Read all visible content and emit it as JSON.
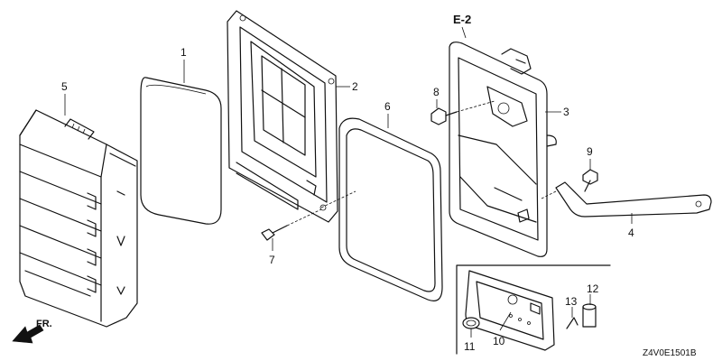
{
  "section_label": "E-2",
  "drawing_code": "Z4V0E1501B",
  "front_label": "FR.",
  "callouts": [
    {
      "key": "p1",
      "label": "1"
    },
    {
      "key": "p2",
      "label": "2"
    },
    {
      "key": "p3",
      "label": "3"
    },
    {
      "key": "p4",
      "label": "4"
    },
    {
      "key": "p5",
      "label": "5"
    },
    {
      "key": "p6",
      "label": "6"
    },
    {
      "key": "p7",
      "label": "7"
    },
    {
      "key": "p8",
      "label": "8"
    },
    {
      "key": "p9",
      "label": "9"
    },
    {
      "key": "p10",
      "label": "10"
    },
    {
      "key": "p11",
      "label": "11"
    },
    {
      "key": "p12",
      "label": "12"
    },
    {
      "key": "p13",
      "label": "13"
    }
  ],
  "parts": [
    {
      "key": "air-cleaner-cover",
      "callout": "5"
    },
    {
      "key": "air-filter-element",
      "callout": "1"
    },
    {
      "key": "air-cleaner-case",
      "callout": "2"
    },
    {
      "key": "gasket",
      "callout": "6"
    },
    {
      "key": "bolt",
      "callout": "7"
    },
    {
      "key": "air-cleaner-base",
      "callout": "3"
    },
    {
      "key": "flange-bolt",
      "callout": "8"
    },
    {
      "key": "screw",
      "callout": "9"
    },
    {
      "key": "bracket-stay",
      "callout": "4"
    },
    {
      "key": "grommet",
      "callout": "11"
    },
    {
      "key": "inset-base",
      "callout": "10"
    },
    {
      "key": "pin",
      "callout": "13"
    },
    {
      "key": "tube",
      "callout": "12"
    }
  ]
}
